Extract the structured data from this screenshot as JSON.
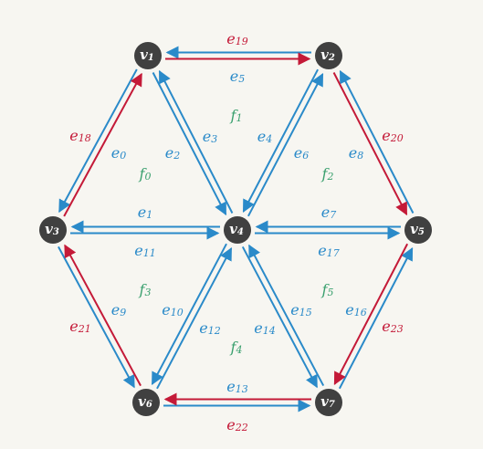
{
  "colors": {
    "background": "#f7f6f1",
    "interior_edge": "#2a8ac9",
    "boundary_edge": "#c41a38",
    "face_label": "#3aa06e",
    "vertex_fill": "#404040",
    "vertex_text": "#ffffff"
  },
  "vertices": [
    {
      "id": "v1",
      "base": "v",
      "sub": "1"
    },
    {
      "id": "v2",
      "base": "v",
      "sub": "2"
    },
    {
      "id": "v3",
      "base": "v",
      "sub": "3"
    },
    {
      "id": "v4",
      "base": "v",
      "sub": "4"
    },
    {
      "id": "v5",
      "base": "v",
      "sub": "5"
    },
    {
      "id": "v6",
      "base": "v",
      "sub": "6"
    },
    {
      "id": "v7",
      "base": "v",
      "sub": "7"
    }
  ],
  "edges": [
    {
      "id": "e0",
      "base": "e",
      "sub": "0",
      "from": "v1",
      "to": "v3",
      "kind": "interior"
    },
    {
      "id": "e1",
      "base": "e",
      "sub": "1",
      "from": "v3",
      "to": "v4",
      "kind": "interior"
    },
    {
      "id": "e2",
      "base": "e",
      "sub": "2",
      "from": "v4",
      "to": "v1",
      "kind": "interior"
    },
    {
      "id": "e3",
      "base": "e",
      "sub": "3",
      "from": "v1",
      "to": "v4",
      "kind": "interior"
    },
    {
      "id": "e4",
      "base": "e",
      "sub": "4",
      "from": "v4",
      "to": "v2",
      "kind": "interior"
    },
    {
      "id": "e5",
      "base": "e",
      "sub": "5",
      "from": "v2",
      "to": "v1",
      "kind": "interior"
    },
    {
      "id": "e6",
      "base": "e",
      "sub": "6",
      "from": "v2",
      "to": "v4",
      "kind": "interior"
    },
    {
      "id": "e7",
      "base": "e",
      "sub": "7",
      "from": "v4",
      "to": "v5",
      "kind": "interior"
    },
    {
      "id": "e8",
      "base": "e",
      "sub": "8",
      "from": "v5",
      "to": "v2",
      "kind": "interior"
    },
    {
      "id": "e9",
      "base": "e",
      "sub": "9",
      "from": "v3",
      "to": "v6",
      "kind": "interior"
    },
    {
      "id": "e10",
      "base": "e",
      "sub": "10",
      "from": "v6",
      "to": "v4",
      "kind": "interior"
    },
    {
      "id": "e11",
      "base": "e",
      "sub": "11",
      "from": "v4",
      "to": "v3",
      "kind": "interior"
    },
    {
      "id": "e12",
      "base": "e",
      "sub": "12",
      "from": "v4",
      "to": "v6",
      "kind": "interior"
    },
    {
      "id": "e13",
      "base": "e",
      "sub": "13",
      "from": "v6",
      "to": "v7",
      "kind": "interior"
    },
    {
      "id": "e14",
      "base": "e",
      "sub": "14",
      "from": "v7",
      "to": "v4",
      "kind": "interior"
    },
    {
      "id": "e15",
      "base": "e",
      "sub": "15",
      "from": "v4",
      "to": "v7",
      "kind": "interior"
    },
    {
      "id": "e16",
      "base": "e",
      "sub": "16",
      "from": "v7",
      "to": "v5",
      "kind": "interior"
    },
    {
      "id": "e17",
      "base": "e",
      "sub": "17",
      "from": "v5",
      "to": "v4",
      "kind": "interior"
    },
    {
      "id": "e18",
      "base": "e",
      "sub": "18",
      "from": "v3",
      "to": "v1",
      "kind": "boundary"
    },
    {
      "id": "e19",
      "base": "e",
      "sub": "19",
      "from": "v1",
      "to": "v2",
      "kind": "boundary"
    },
    {
      "id": "e20",
      "base": "e",
      "sub": "20",
      "from": "v2",
      "to": "v5",
      "kind": "boundary"
    },
    {
      "id": "e21",
      "base": "e",
      "sub": "21",
      "from": "v6",
      "to": "v3",
      "kind": "boundary"
    },
    {
      "id": "e22",
      "base": "e",
      "sub": "22",
      "from": "v7",
      "to": "v6",
      "kind": "boundary"
    },
    {
      "id": "e23",
      "base": "e",
      "sub": "23",
      "from": "v5",
      "to": "v7",
      "kind": "boundary"
    }
  ],
  "faces": [
    {
      "id": "f0",
      "base": "f",
      "sub": "0"
    },
    {
      "id": "f1",
      "base": "f",
      "sub": "1"
    },
    {
      "id": "f2",
      "base": "f",
      "sub": "2"
    },
    {
      "id": "f3",
      "base": "f",
      "sub": "3"
    },
    {
      "id": "f4",
      "base": "f",
      "sub": "4"
    },
    {
      "id": "f5",
      "base": "f",
      "sub": "5"
    }
  ]
}
